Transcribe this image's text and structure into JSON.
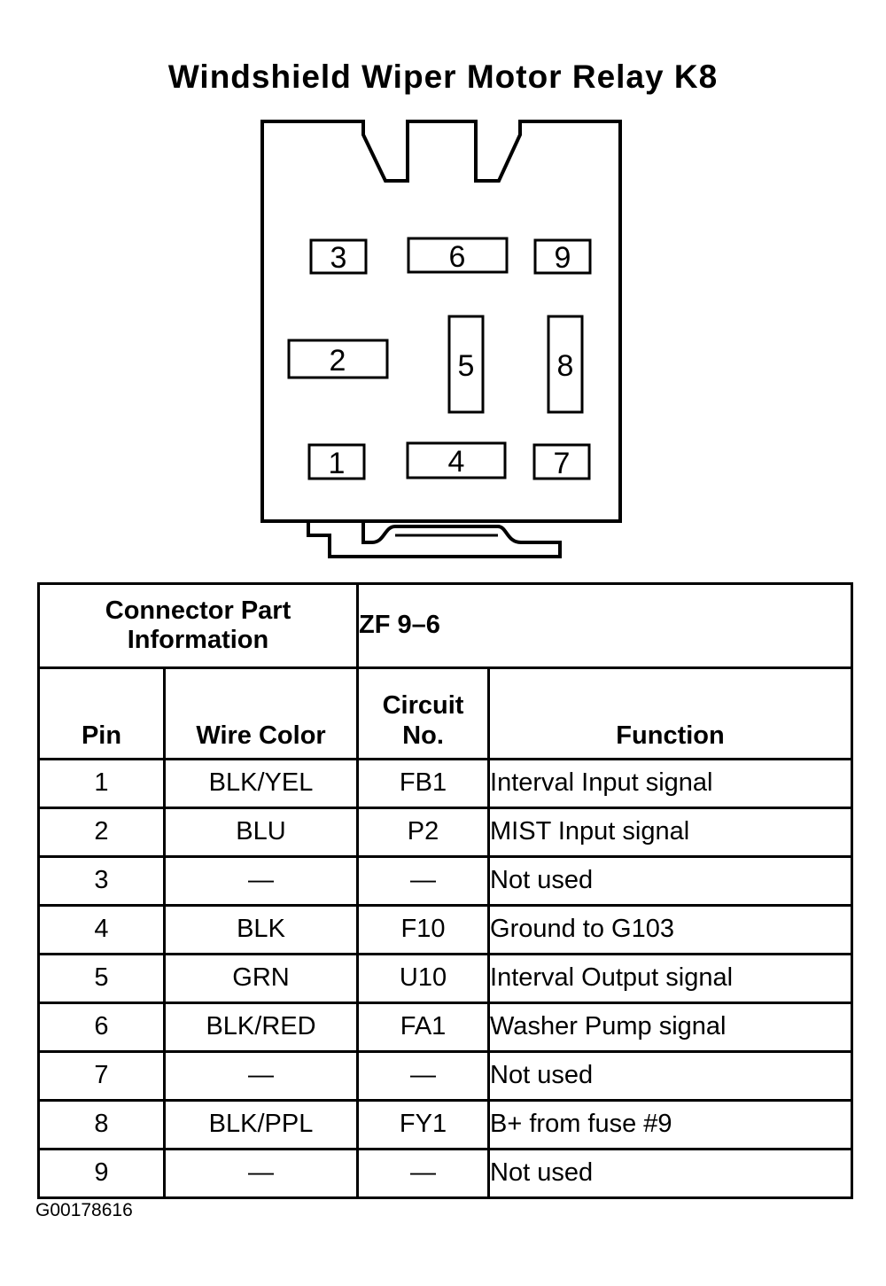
{
  "title": "Windshield Wiper Motor Relay K8",
  "connector_pins": [
    "3",
    "6",
    "9",
    "2",
    "5",
    "8",
    "1",
    "4",
    "7"
  ],
  "table": {
    "connector_part_label": "Connector Part Information",
    "connector_part_value": "ZF 9–6",
    "headers": {
      "pin": "Pin",
      "wire_color": "Wire Color",
      "circuit": "Circuit No.",
      "function": "Function"
    },
    "rows": [
      {
        "pin": "1",
        "wire_color": "BLK/YEL",
        "circuit": "FB1",
        "function": "Interval Input signal"
      },
      {
        "pin": "2",
        "wire_color": "BLU",
        "circuit": "P2",
        "function": "MIST Input signal"
      },
      {
        "pin": "3",
        "wire_color": "—",
        "circuit": "—",
        "function": "Not used"
      },
      {
        "pin": "4",
        "wire_color": "BLK",
        "circuit": "F10",
        "function": "Ground to G103"
      },
      {
        "pin": "5",
        "wire_color": "GRN",
        "circuit": "U10",
        "function": "Interval Output signal"
      },
      {
        "pin": "6",
        "wire_color": "BLK/RED",
        "circuit": "FA1",
        "function": "Washer Pump signal"
      },
      {
        "pin": "7",
        "wire_color": "—",
        "circuit": "—",
        "function": "Not used"
      },
      {
        "pin": "8",
        "wire_color": "BLK/PPL",
        "circuit": "FY1",
        "function": "B+ from fuse #9"
      },
      {
        "pin": "9",
        "wire_color": "—",
        "circuit": "—",
        "function": "Not used"
      }
    ]
  },
  "part_id": "G00178616"
}
